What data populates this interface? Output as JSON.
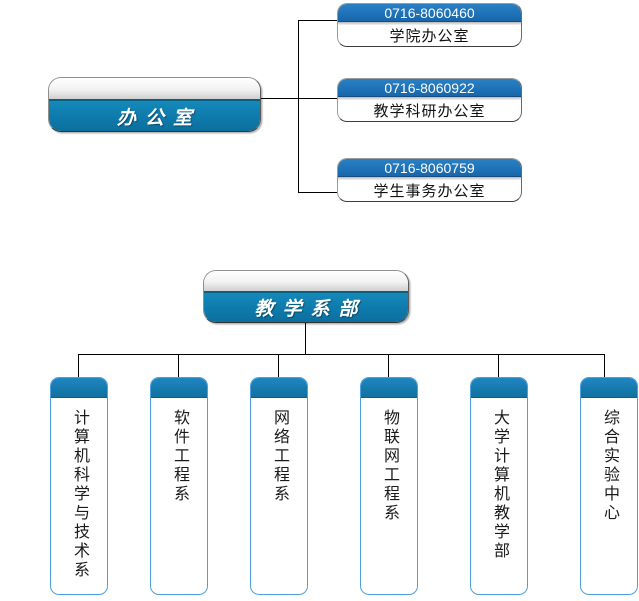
{
  "chart_type": "org-chart",
  "office_section": {
    "root": {
      "label": "办公室"
    },
    "branches": [
      {
        "phone": "0716-8060460",
        "name": "学院办公室"
      },
      {
        "phone": "0716-8060922",
        "name": "教学科研办公室"
      },
      {
        "phone": "0716-8060759",
        "name": "学生事务办公室"
      }
    ]
  },
  "dept_section": {
    "root": {
      "label": "教学系部"
    },
    "departments": [
      {
        "name": "计算机科学与技术系"
      },
      {
        "name": "软件工程系"
      },
      {
        "name": "网络工程系"
      },
      {
        "name": "物联网工程系"
      },
      {
        "name": "大学计算机教学部"
      },
      {
        "name": "综合实验中心"
      }
    ]
  },
  "colors": {
    "root_box_blue": "#0e7aab",
    "phone_bar_blue": "#1c6fb4",
    "dept_cap_blue": "#1478b2",
    "dept_border_blue": "#4f9fdf",
    "connector_line": "#000000",
    "cap_gradient_top": "#ffffff",
    "cap_gradient_bottom": "#cfcfcf"
  }
}
